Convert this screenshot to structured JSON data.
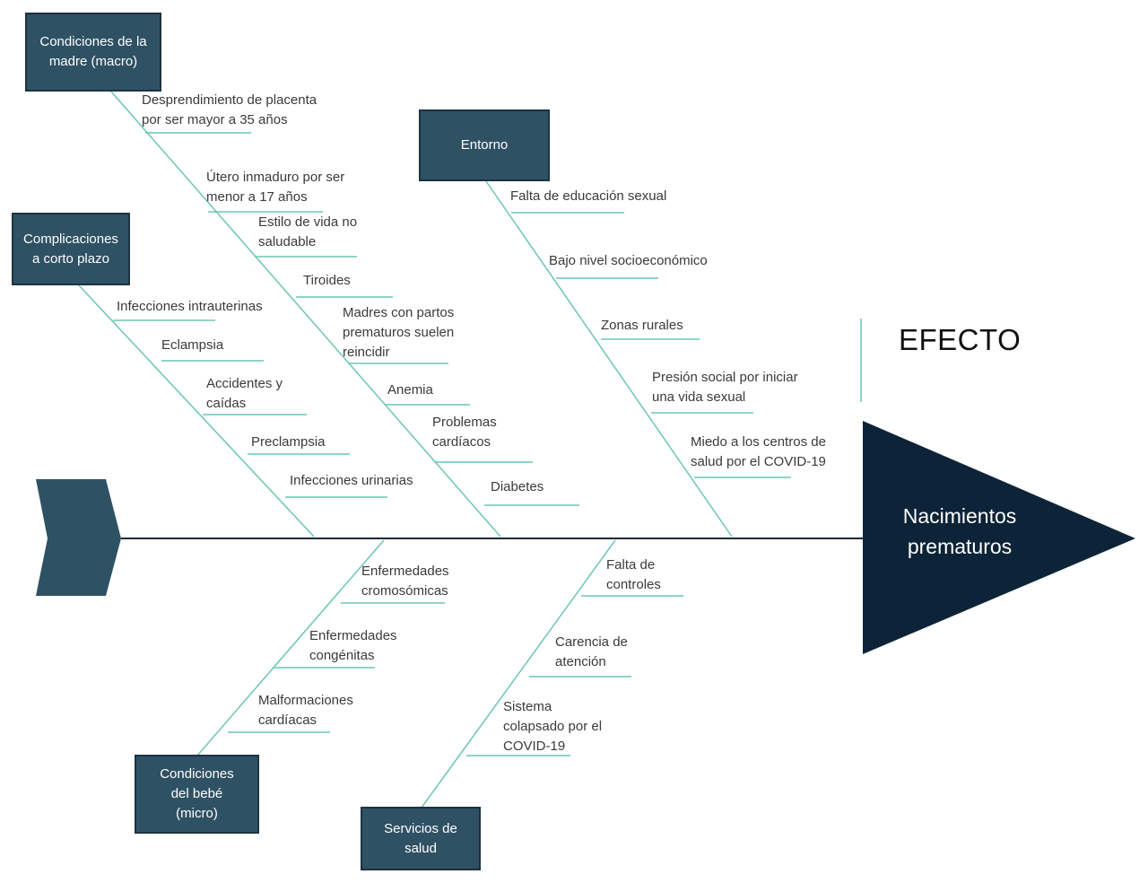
{
  "colors": {
    "box_fill": "#2f5164",
    "box_border": "#1c3341",
    "effect_fill": "#0d2438",
    "spine": "#1a2b38",
    "branch": "#6cc6b2",
    "label_text": "#3a3a3a"
  },
  "effect": {
    "heading": "EFECTO",
    "title": "Nacimientos\nprematuros"
  },
  "categories": {
    "madre": {
      "title": "Condiciones de la madre (macro)",
      "causes": [
        "Desprendimiento de placenta\npor ser mayor a 35 años",
        "Útero inmaduro por ser\nmenor a 17 años",
        "Estilo de vida no\nsaludable",
        "Tiroides",
        "Madres con partos\nprematuros suelen\nreincidir",
        "Anemia",
        "Problemas\ncardíacos",
        "Diabetes"
      ]
    },
    "entorno": {
      "title": "Entorno",
      "causes": [
        "Falta de educación sexual",
        "Bajo nivel socioeconómico",
        "Zonas rurales",
        "Presión social por iniciar\nuna vida sexual",
        "Miedo a los centros de\nsalud por el COVID-19"
      ]
    },
    "complicaciones": {
      "title": "Complicaciones a corto plazo",
      "causes": [
        "Infecciones intrauterinas",
        "Eclampsia",
        "Accidentes y\ncaídas",
        "Preclampsia",
        "Infecciones urinarias"
      ]
    },
    "bebe": {
      "title": "Condiciones del bebé (micro)",
      "causes": [
        "Enfermedades\ncromosómicas",
        "Enfermedades\ncongénitas",
        "Malformaciones\ncardíacas"
      ]
    },
    "salud": {
      "title": "Servicios de salud",
      "causes": [
        "Falta de\ncontroles",
        "Carencia de\natención",
        "Sistema\ncolapsado por el\nCOVID-19"
      ]
    }
  }
}
